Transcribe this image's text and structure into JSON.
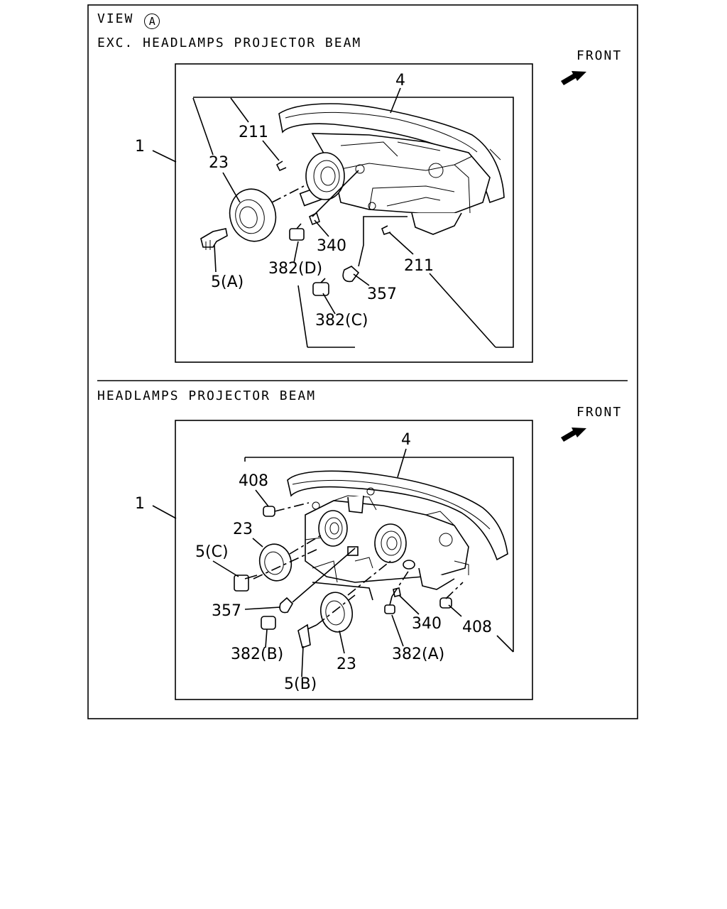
{
  "view": {
    "prefix": "VIEW",
    "letter": "A"
  },
  "panels": [
    {
      "title": "EXC. HEADLAMPS PROJECTOR BEAM",
      "front_label": "FRONT",
      "labels": [
        "1",
        "4",
        "211",
        "23",
        "340",
        "382(D)",
        "5(A)",
        "211",
        "357",
        "382(C)"
      ]
    },
    {
      "title": "HEADLAMPS PROJECTOR BEAM",
      "front_label": "FRONT",
      "labels": [
        "1",
        "4",
        "408",
        "23",
        "5(C)",
        "357",
        "382(B)",
        "5(B)",
        "23",
        "340",
        "408",
        "382(A)"
      ]
    }
  ]
}
